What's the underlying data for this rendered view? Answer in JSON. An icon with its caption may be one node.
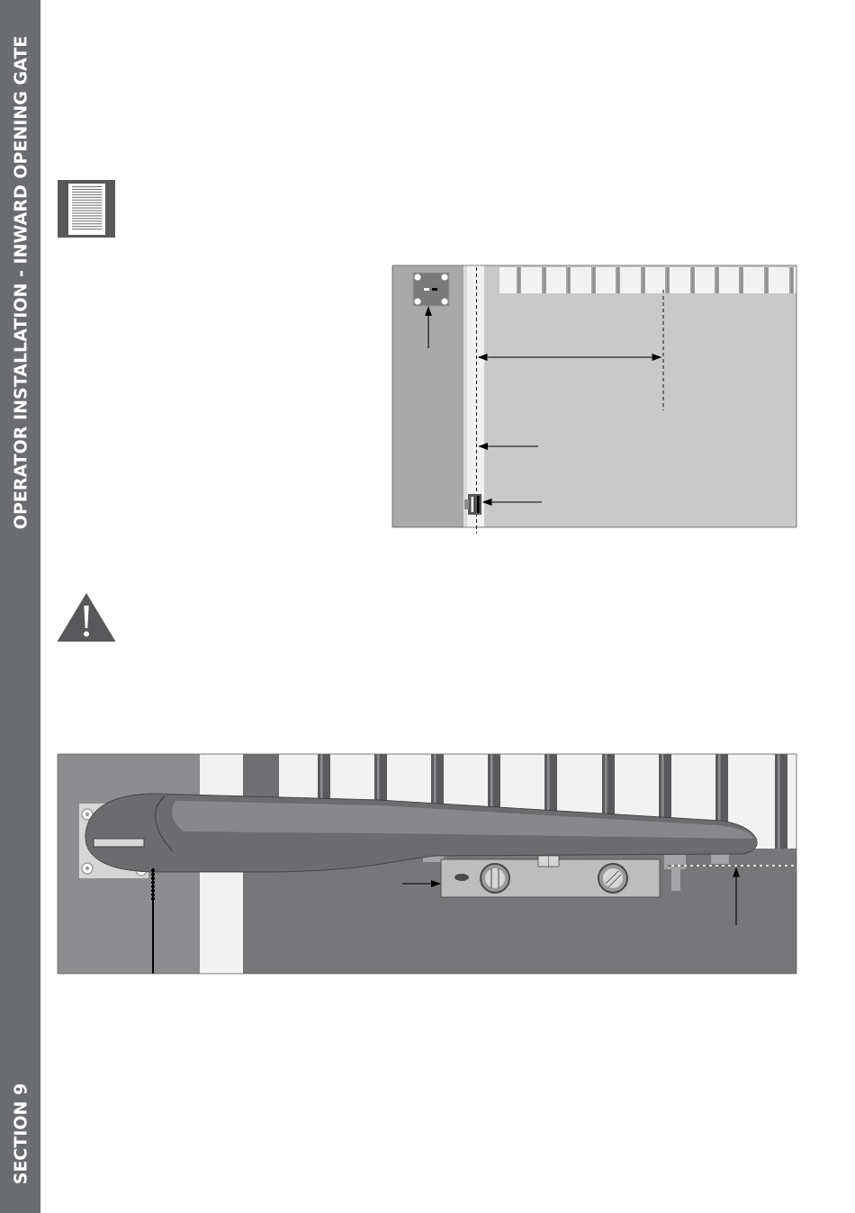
{
  "diagram": {
    "nodes": [
      {
        "text": [],
        "shape": "picture"
      },
      {
        "text": [],
        "shape": "line"
      },
      {
        "text": [],
        "shape": "picture"
      },
      {
        "text": [],
        "shape": "picture"
      },
      {
        "text": [],
        "shape": "line"
      }
    ],
    "edges": [
      {
        "from": null,
        "to": 0,
        "arrow": "to"
      },
      {
        "from": null,
        "to": 1,
        "arrow": "to"
      },
      {
        "from": null,
        "to": 2,
        "arrow": "to"
      },
      {
        "from": null,
        "to": 3,
        "arrow": "to"
      },
      {
        "from": null,
        "to": 4,
        "arrow": "to"
      }
    ],
    "labels": [
      "OPERATOR INSTALLATION - INWARD OPENING GATE",
      "SECTION 9"
    ]
  }
}
